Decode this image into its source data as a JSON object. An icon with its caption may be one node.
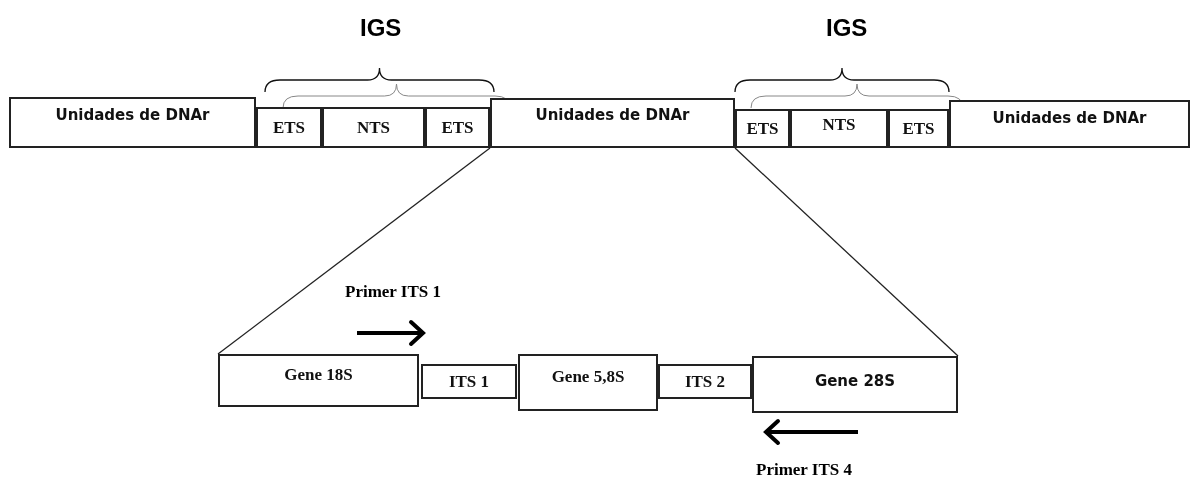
{
  "diagram": {
    "nodes": [
      {
        "text": [
          "Unidades de DNAr"
        ]
      },
      {
        "text": [
          "ETS"
        ]
      },
      {
        "text": [
          "NTS"
        ]
      },
      {
        "text": [
          "ETS"
        ]
      },
      {
        "text": [
          "Unidades de DNAr"
        ]
      },
      {
        "text": [
          "ETS"
        ]
      },
      {
        "text": [
          "NTS"
        ]
      },
      {
        "text": [
          "ETS"
        ]
      },
      {
        "text": [
          "Unidades de DNAr"
        ]
      },
      {
        "text": [
          "Gene 18S"
        ]
      },
      {
        "text": [
          "ITS 1"
        ]
      },
      {
        "text": [
          "Gene 5,8S"
        ]
      },
      {
        "text": [
          "ITS 2"
        ]
      },
      {
        "text": [
          "Gene 28S"
        ]
      }
    ],
    "edges": [
      {
        "from": 4,
        "to": 9,
        "arrow": "none"
      },
      {
        "from": 4,
        "to": 13,
        "arrow": "none"
      }
    ],
    "labels": [
      "IGS",
      "IGS",
      "Primer ITS 1",
      "Primer ITS 4"
    ]
  }
}
